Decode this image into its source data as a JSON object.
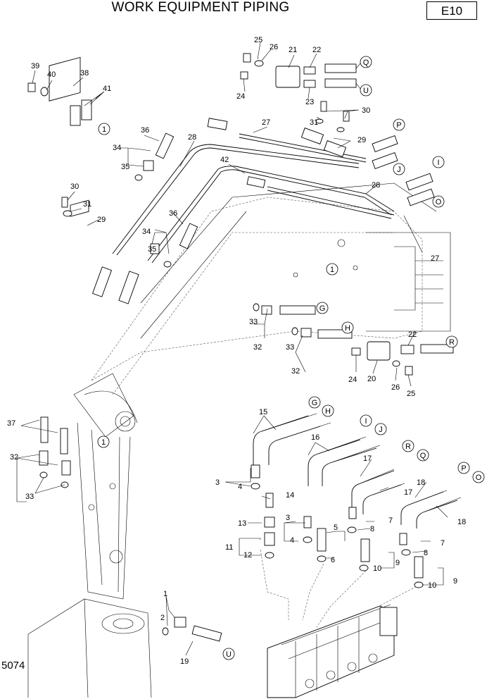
{
  "header": {
    "title": "WORK EQUIPMENT PIPING",
    "code": "E10"
  },
  "footer": {
    "page_ref": "5074"
  },
  "callouts": {
    "c1": "1",
    "c2": "2",
    "c3": "3",
    "c4": "4",
    "c5": "5",
    "c6": "6",
    "c7": "7",
    "c8": "8",
    "c9": "9",
    "c10": "10",
    "c11": "11",
    "c12": "12",
    "c13": "13",
    "c14": "14",
    "c15": "15",
    "c16": "16",
    "c17": "17",
    "c18": "18",
    "c19": "19",
    "c20": "20",
    "c21": "21",
    "c22": "22",
    "c23": "23",
    "c24": "24",
    "c25": "25",
    "c26": "26",
    "c27": "27",
    "c28": "28",
    "c29": "29",
    "c30": "30",
    "c31": "31",
    "c32": "32",
    "c33": "33",
    "c34": "34",
    "c35": "35",
    "c36": "36",
    "c37": "37",
    "c38": "38",
    "c39": "39",
    "c40": "40",
    "c41": "41",
    "c42": "42"
  },
  "connection_labels": {
    "G": "G",
    "H": "H",
    "I": "I",
    "J": "J",
    "O": "O",
    "P": "P",
    "Q": "Q",
    "R": "R",
    "U": "U",
    "circle_1": "1"
  }
}
